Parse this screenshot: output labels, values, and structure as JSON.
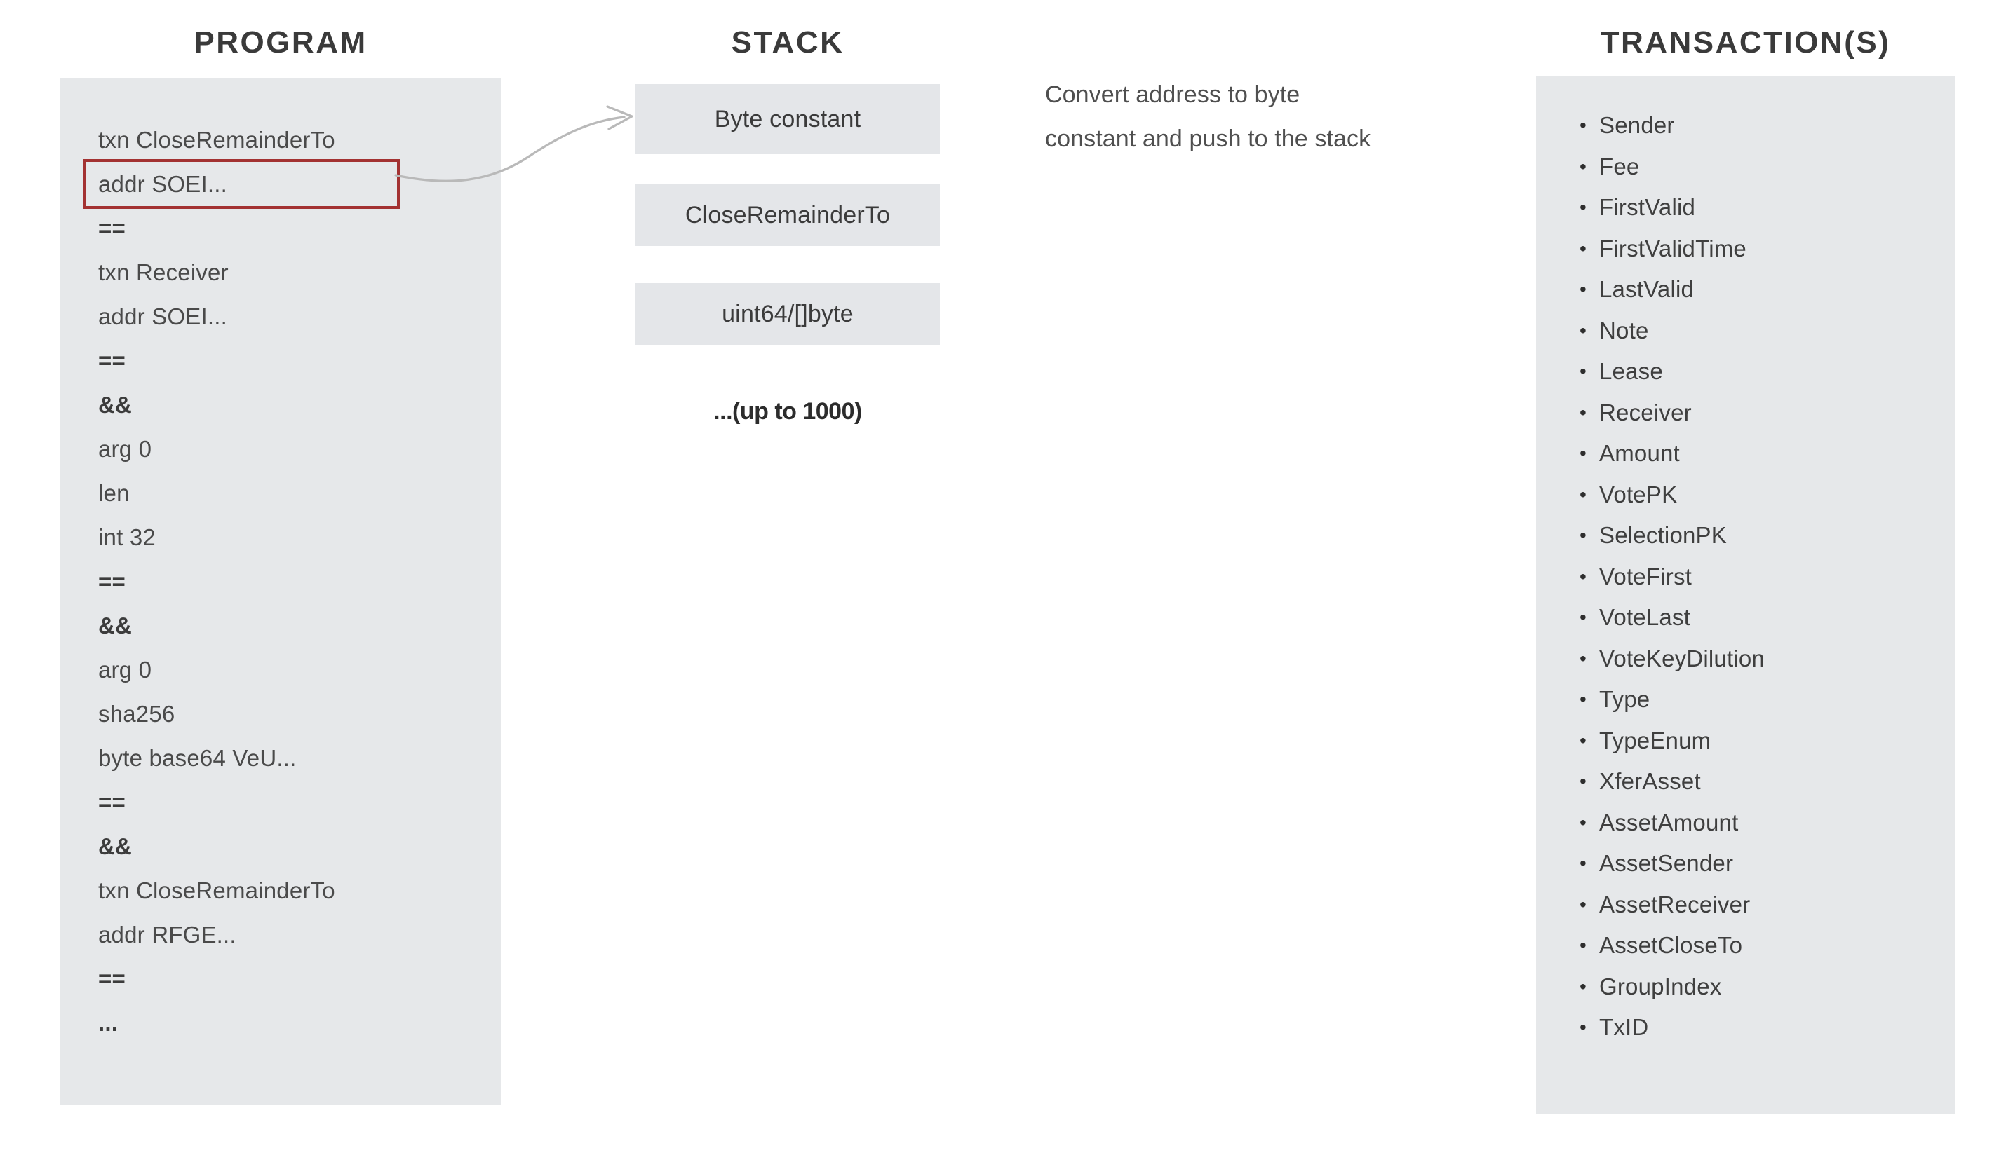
{
  "columns": {
    "program": {
      "title": "PROGRAM"
    },
    "stack": {
      "title": "STACK"
    },
    "transactions": {
      "title": "TRANSACTION(S)"
    }
  },
  "program": {
    "lines": [
      {
        "text": "txn CloseRemainderTo",
        "highlighted": false
      },
      {
        "text": "addr SOEI...",
        "highlighted": true
      },
      {
        "text": "==",
        "highlighted": false
      },
      {
        "text": "txn Receiver",
        "highlighted": false
      },
      {
        "text": "addr SOEI...",
        "highlighted": false
      },
      {
        "text": "==",
        "highlighted": false
      },
      {
        "text": "&&",
        "highlighted": false
      },
      {
        "text": "arg 0",
        "highlighted": false
      },
      {
        "text": "len",
        "highlighted": false
      },
      {
        "text": "int 32",
        "highlighted": false
      },
      {
        "text": "==",
        "highlighted": false
      },
      {
        "text": "&&",
        "highlighted": false
      },
      {
        "text": "arg 0",
        "highlighted": false
      },
      {
        "text": "sha256",
        "highlighted": false
      },
      {
        "text": "byte base64 VeU...",
        "highlighted": false
      },
      {
        "text": "==",
        "highlighted": false
      },
      {
        "text": "&&",
        "highlighted": false
      },
      {
        "text": "txn CloseRemainderTo",
        "highlighted": false
      },
      {
        "text": "addr RFGE...",
        "highlighted": false
      },
      {
        "text": "==",
        "highlighted": false
      },
      {
        "text": "...",
        "highlighted": false
      }
    ],
    "highlight_color": "#a33232",
    "panel_color": "#e6e8ea"
  },
  "stack": {
    "cells": [
      {
        "label": "Byte constant"
      },
      {
        "label": "CloseRemainderTo"
      },
      {
        "label": "uint64/[]byte"
      }
    ],
    "more_label": "...(up to 1000)",
    "cell_color": "#e4e6e9"
  },
  "annotation": {
    "line1": "Convert address to byte",
    "line2": "constant and push to the stack"
  },
  "transactions": {
    "panel_color": "#e6e8ea",
    "fields": [
      "Sender",
      "Fee",
      "FirstValid",
      "FirstValidTime",
      "LastValid",
      "Note",
      "Lease",
      "Receiver",
      "Amount",
      "VotePK",
      "SelectionPK",
      "VoteFirst",
      "VoteLast",
      "VoteKeyDilution",
      "Type",
      "TypeEnum",
      "XferAsset",
      "AssetAmount",
      "AssetSender",
      "AssetReceiver",
      "AssetCloseTo",
      "GroupIndex",
      "TxID"
    ]
  }
}
